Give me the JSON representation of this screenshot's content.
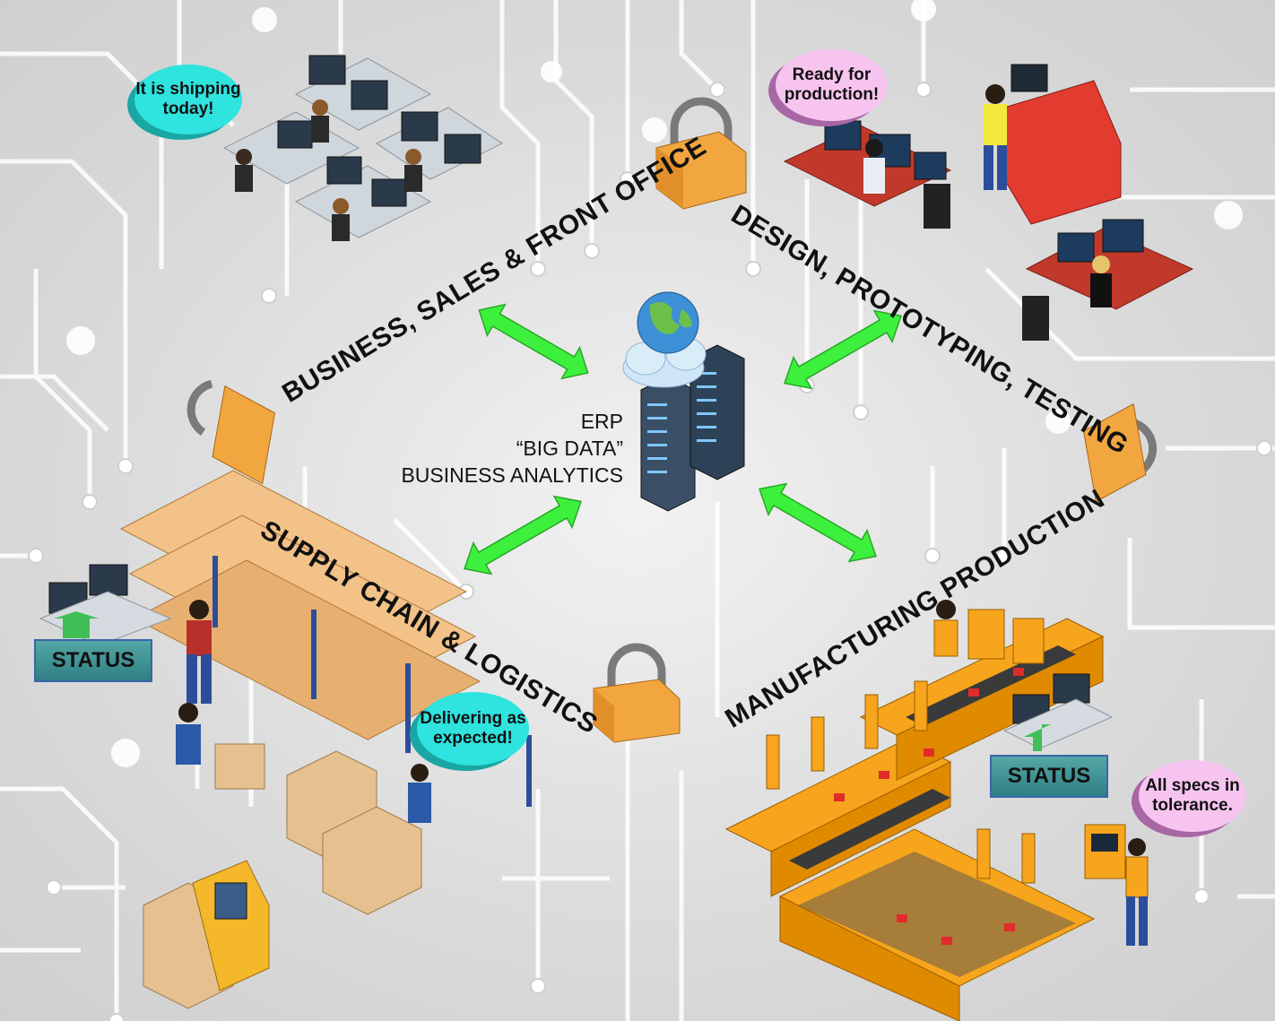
{
  "sections": {
    "business": "BUSINESS, SALES & FRONT OFFICE",
    "design": "DESIGN, PROTOTYPING, TESTING",
    "supply": "SUPPLY CHAIN & LOGISTICS",
    "manufacturing": "MANUFACTURING PRODUCTION"
  },
  "center": {
    "line1": "ERP",
    "line2": "“BIG DATA”",
    "line3": "BUSINESS ANALYTICS"
  },
  "bubbles": {
    "shipping": "It is shipping today!",
    "ready": "Ready for production!",
    "delivering": "Delivering as expected!",
    "specs": "All specs in tolerance."
  },
  "status": {
    "left": "STATUS",
    "right": "STATUS"
  },
  "colors": {
    "arrow": "#3df03d",
    "lock": "#f2a640",
    "machine": "#f7a51c",
    "bubble_cyan": "#2fe3df",
    "bubble_pink": "#f7c4ef"
  }
}
